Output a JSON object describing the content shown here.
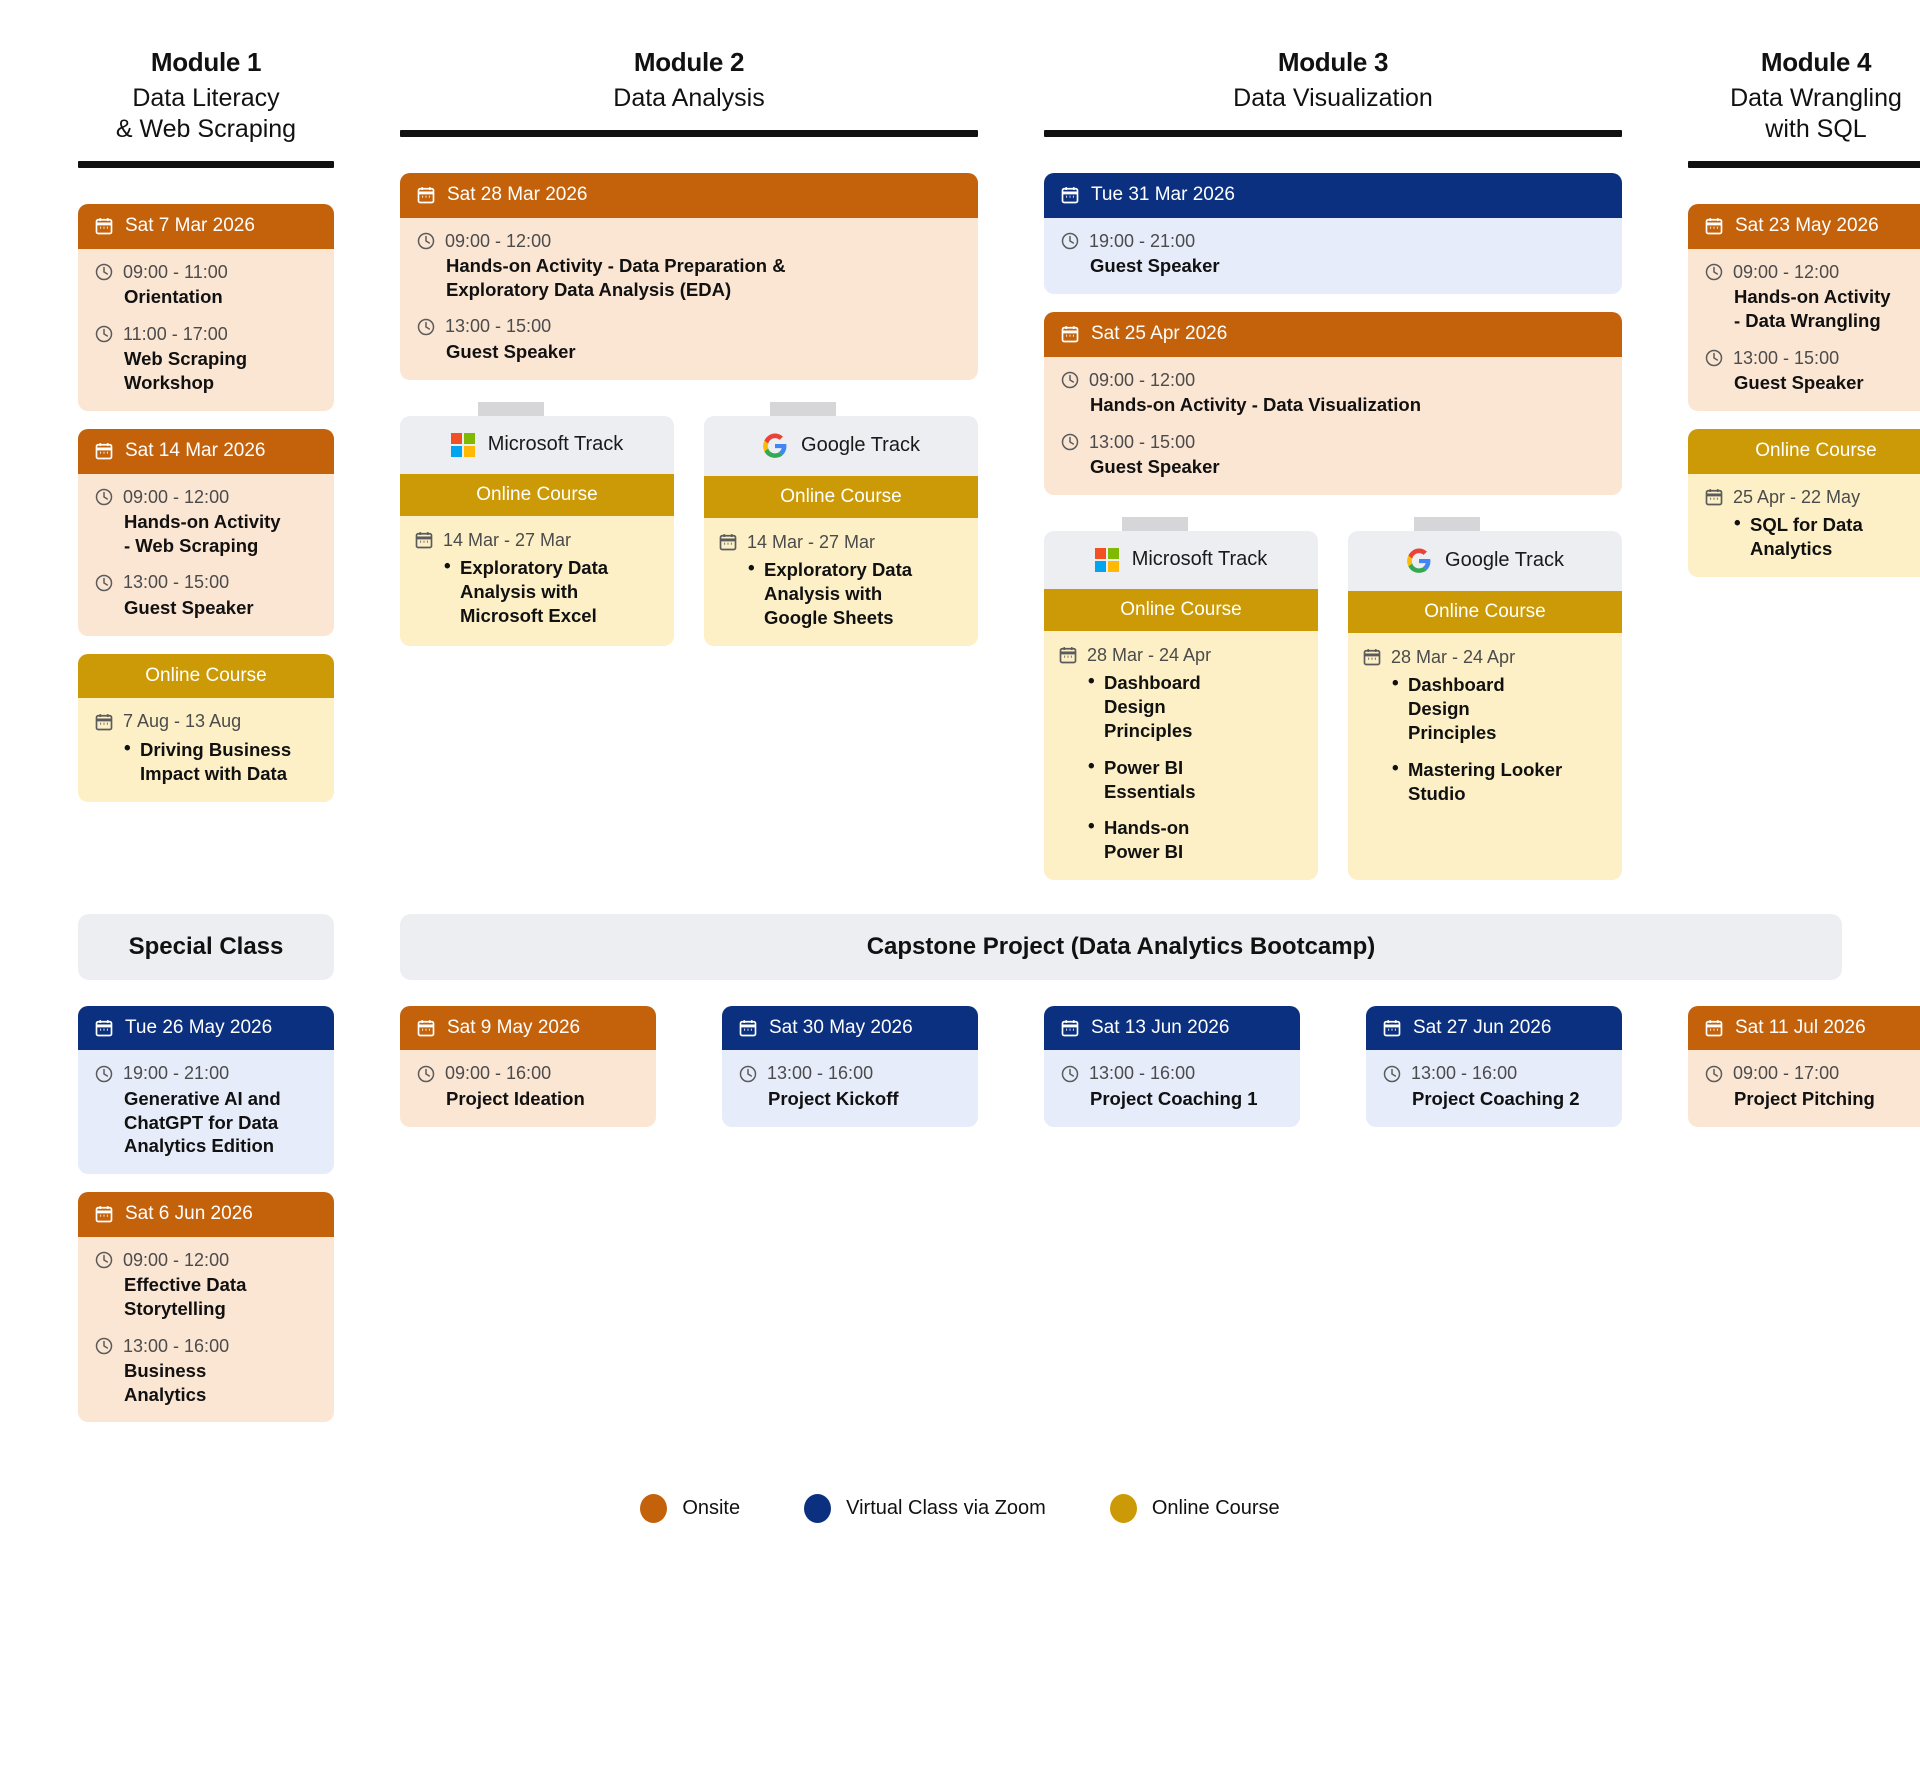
{
  "colors": {
    "onsite": "#c4620c",
    "onsite_bg": "#fbe6d4",
    "virtual": "#0b3080",
    "virtual_bg": "#e6ecfa",
    "online": "#cc9a06",
    "online_bg": "#fdf0c6",
    "neutral": "#edeef2"
  },
  "modules": [
    {
      "number": "Module 1",
      "subtitle": "Data Literacy\n& Web Scraping",
      "cards": [
        {
          "kind": "session",
          "type": "onsite",
          "date": "Sat 7 Mar 2026",
          "slots": [
            {
              "time": "09:00 - 11:00",
              "title": "Orientation"
            },
            {
              "time": "11:00 - 17:00",
              "title": "Web Scraping\nWorkshop"
            }
          ]
        },
        {
          "kind": "session",
          "type": "onsite",
          "date": "Sat 14 Mar 2026",
          "slots": [
            {
              "time": "09:00 - 12:00",
              "title": "Hands-on Activity\n- Web Scraping"
            },
            {
              "time": "13:00 - 15:00",
              "title": "Guest Speaker"
            }
          ]
        },
        {
          "kind": "online",
          "type": "online",
          "label": "Online Course",
          "range": "7 Aug - 13 Aug",
          "items": [
            "Driving Business\nImpact with Data"
          ]
        }
      ]
    },
    {
      "number": "Module 2",
      "subtitle": "Data Analysis",
      "cards": [
        {
          "kind": "session",
          "type": "onsite",
          "date": "Sat 28 Mar 2026",
          "slots": [
            {
              "time": "09:00 - 12:00",
              "title": "Hands-on Activity - Data Preparation &\nExploratory Data Analysis (EDA)"
            },
            {
              "time": "13:00 - 15:00",
              "title": "Guest Speaker"
            }
          ]
        }
      ],
      "tracks": [
        {
          "logo": "microsoft-logo",
          "name": "Microsoft Track",
          "band": "Online Course",
          "range": "14 Mar - 27 Mar",
          "items": [
            "Exploratory Data\nAnalysis with\nMicrosoft Excel"
          ]
        },
        {
          "logo": "google-logo",
          "name": "Google Track",
          "band": "Online Course",
          "range": "14 Mar - 27 Mar",
          "items": [
            "Exploratory Data\nAnalysis with\nGoogle Sheets"
          ]
        }
      ]
    },
    {
      "number": "Module 3",
      "subtitle": "Data Visualization",
      "cards": [
        {
          "kind": "session",
          "type": "virtual",
          "date": "Tue 31 Mar 2026",
          "slots": [
            {
              "time": "19:00 - 21:00",
              "title": "Guest Speaker"
            }
          ]
        },
        {
          "kind": "session",
          "type": "onsite",
          "date": "Sat 25 Apr 2026",
          "slots": [
            {
              "time": "09:00 - 12:00",
              "title": "Hands-on Activity - Data Visualization"
            },
            {
              "time": "13:00 - 15:00",
              "title": "Guest Speaker"
            }
          ]
        }
      ],
      "tracks": [
        {
          "logo": "microsoft-logo",
          "name": "Microsoft Track",
          "band": "Online Course",
          "range": "28 Mar - 24 Apr",
          "items": [
            "Dashboard\nDesign\nPrinciples",
            "Power BI\nEssentials",
            "Hands-on\nPower BI"
          ]
        },
        {
          "logo": "google-logo",
          "name": "Google Track",
          "band": "Online Course",
          "range": "28 Mar - 24 Apr",
          "items": [
            "Dashboard\nDesign\nPrinciples",
            "Mastering Looker\nStudio"
          ]
        }
      ]
    },
    {
      "number": "Module 4",
      "subtitle": "Data Wrangling\nwith SQL",
      "cards": [
        {
          "kind": "session",
          "type": "onsite",
          "date": "Sat 23 May 2026",
          "slots": [
            {
              "time": "09:00 - 12:00",
              "title": "Hands-on Activity\n- Data Wrangling"
            },
            {
              "time": "13:00 - 15:00",
              "title": "Guest Speaker"
            }
          ]
        },
        {
          "kind": "online",
          "type": "online",
          "label": "Online Course",
          "range": "25 Apr - 22 May",
          "items": [
            "SQL for Data\nAnalytics"
          ]
        }
      ]
    }
  ],
  "bottom": {
    "special_class_label": "Special Class",
    "capstone_label": "Capstone Project (Data Analytics Bootcamp)",
    "special_cards": [
      {
        "type": "virtual",
        "date": "Tue 26 May 2026",
        "slots": [
          {
            "time": "19:00 - 21:00",
            "title": "Generative AI and\nChatGPT for Data\nAnalytics Edition"
          }
        ]
      },
      {
        "type": "onsite",
        "date": "Sat 6 Jun 2026",
        "slots": [
          {
            "time": "09:00 - 12:00",
            "title": "Effective Data\nStorytelling"
          },
          {
            "time": "13:00 - 16:00",
            "title": "Business\nAnalytics"
          }
        ]
      }
    ],
    "capstone_cards": [
      {
        "type": "onsite",
        "date": "Sat 9 May 2026",
        "slots": [
          {
            "time": "09:00 - 16:00",
            "title": "Project Ideation"
          }
        ]
      },
      {
        "type": "virtual",
        "date": "Sat 30 May 2026",
        "slots": [
          {
            "time": "13:00 - 16:00",
            "title": "Project Kickoff"
          }
        ]
      },
      {
        "type": "virtual",
        "date": "Sat 13 Jun 2026",
        "slots": [
          {
            "time": "13:00 - 16:00",
            "title": "Project Coaching 1"
          }
        ]
      },
      {
        "type": "virtual",
        "date": "Sat 27 Jun 2026",
        "slots": [
          {
            "time": "13:00 - 16:00",
            "title": "Project Coaching 2"
          }
        ]
      },
      {
        "type": "onsite",
        "date": "Sat 11 Jul 2026",
        "slots": [
          {
            "time": "09:00 - 17:00",
            "title": "Project Pitching"
          }
        ]
      }
    ]
  },
  "legend": [
    {
      "label": "Onsite",
      "color": "#c4620c"
    },
    {
      "label": "Virtual Class via Zoom",
      "color": "#0b3080"
    },
    {
      "label": "Online Course",
      "color": "#cc9a06"
    }
  ]
}
